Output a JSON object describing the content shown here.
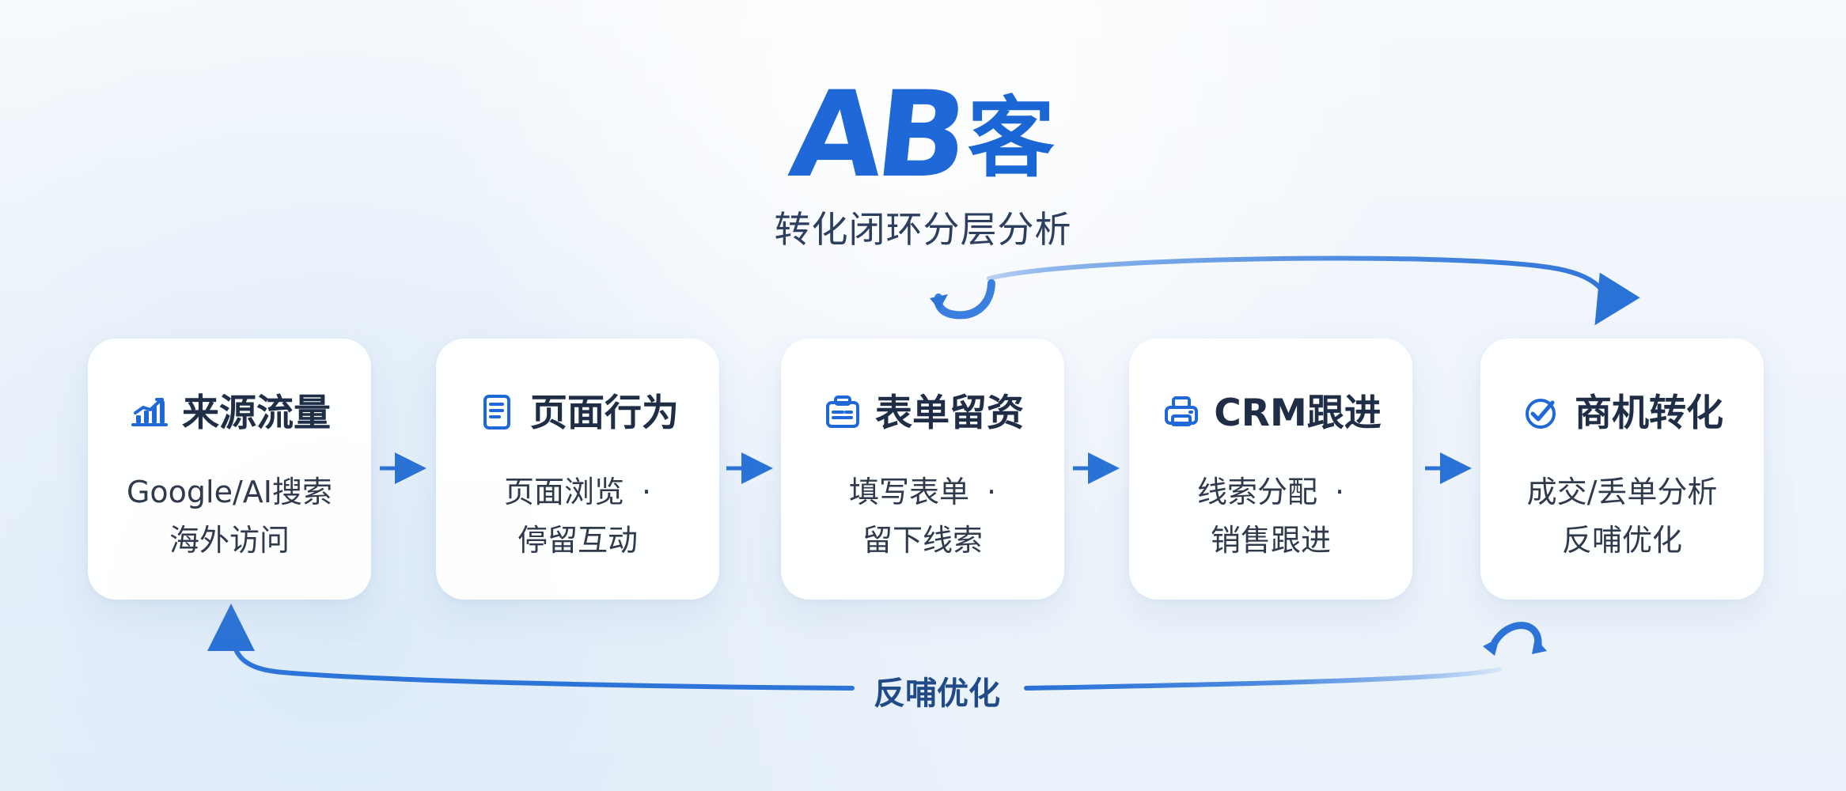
{
  "brand": {
    "ab": "AB",
    "ke": "客",
    "subtitle": "转化闭环分层分析"
  },
  "steps": [
    {
      "title": "来源流量",
      "line1": "Google/AI搜索",
      "line2": "海外访问",
      "icon": "chart-icon"
    },
    {
      "title": "页面行为",
      "line1": "页面浏览",
      "bullet": "·",
      "line2": "停留互动",
      "icon": "document-icon"
    },
    {
      "title": "表单留资",
      "line1": "填写表单",
      "bullet": "·",
      "line2": "留下线索",
      "icon": "form-icon"
    },
    {
      "title": "CRM跟进",
      "line1": "线索分配",
      "bullet": "·",
      "line2": "销售跟进",
      "icon": "printer-icon"
    },
    {
      "title": "商机转化",
      "line1": "成交/丢单分析",
      "line2": "反哺优化",
      "icon": "check-circle-icon"
    }
  ],
  "feedback": {
    "label": "反哺优化"
  },
  "colors": {
    "primary": "#1f68d8",
    "primaryDark": "#1a5cc4",
    "title": "#1f2d46",
    "body": "#2f3a4d",
    "arrow": "#2b72d6",
    "arrowLight": "#8fb6eb"
  }
}
